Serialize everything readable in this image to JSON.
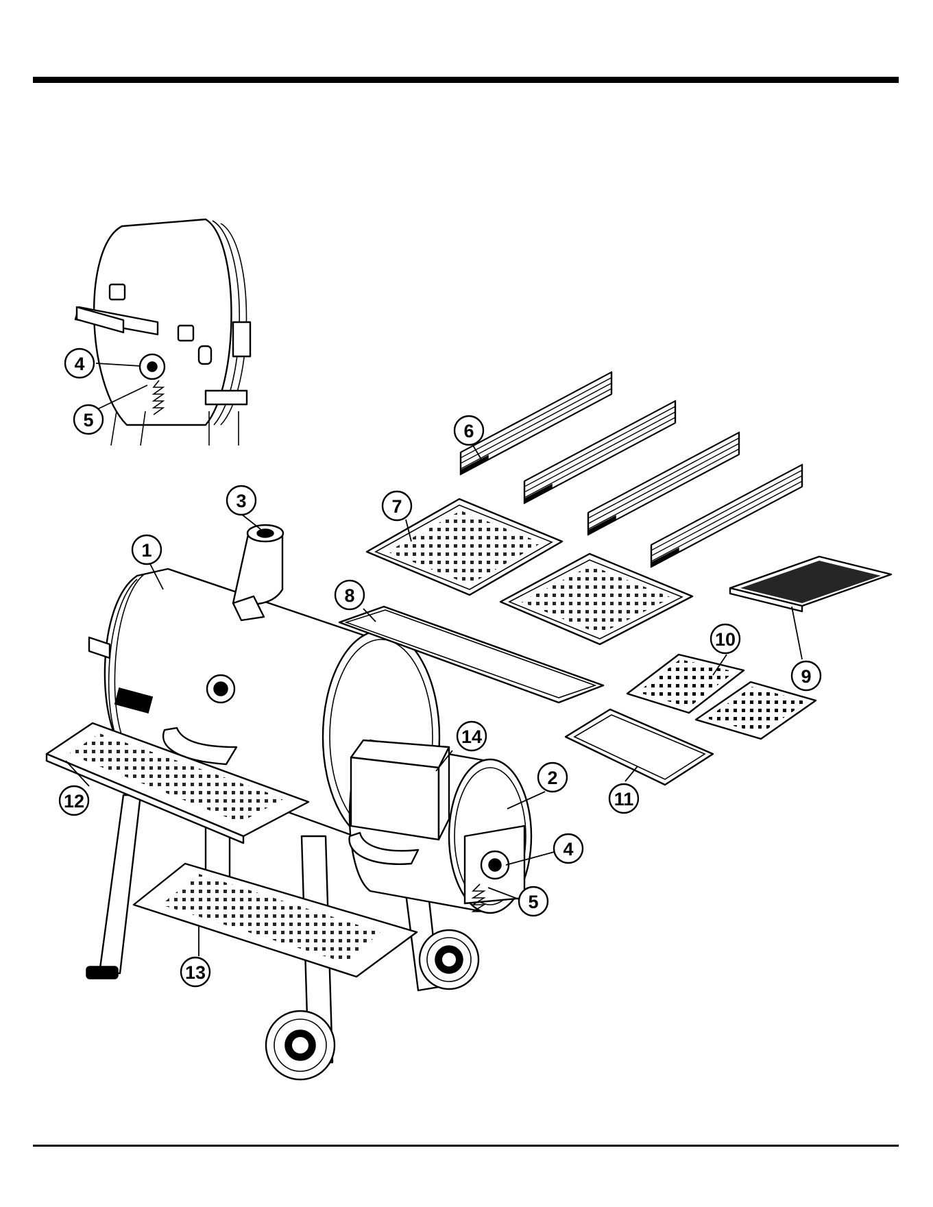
{
  "diagram": {
    "rules": {
      "color": "#000000"
    },
    "callouts": [
      {
        "id": "c1",
        "label": "1",
        "part": "main-chamber"
      },
      {
        "id": "c2",
        "label": "2",
        "part": "firebox"
      },
      {
        "id": "c3",
        "label": "3",
        "part": "smokestack"
      },
      {
        "id": "c4a",
        "label": "4",
        "part": "damper-inset"
      },
      {
        "id": "c5a",
        "label": "5",
        "part": "damper-handle-inset"
      },
      {
        "id": "c4b",
        "label": "4",
        "part": "damper-firebox"
      },
      {
        "id": "c5b",
        "label": "5",
        "part": "firebox-door"
      },
      {
        "id": "c6",
        "label": "6",
        "part": "cooking-grate"
      },
      {
        "id": "c7",
        "label": "7",
        "part": "charcoal-tray"
      },
      {
        "id": "c8",
        "label": "8",
        "part": "grease-tray"
      },
      {
        "id": "c9",
        "label": "9",
        "part": "firebox-cooking-grate"
      },
      {
        "id": "c10",
        "label": "10",
        "part": "charcoal-grate"
      },
      {
        "id": "c11",
        "label": "11",
        "part": "ash-tray"
      },
      {
        "id": "c12",
        "label": "12",
        "part": "front-shelf"
      },
      {
        "id": "c13",
        "label": "13",
        "part": "bottom-shelf"
      },
      {
        "id": "c14",
        "label": "14",
        "part": "firebox-side-shelf"
      }
    ]
  }
}
